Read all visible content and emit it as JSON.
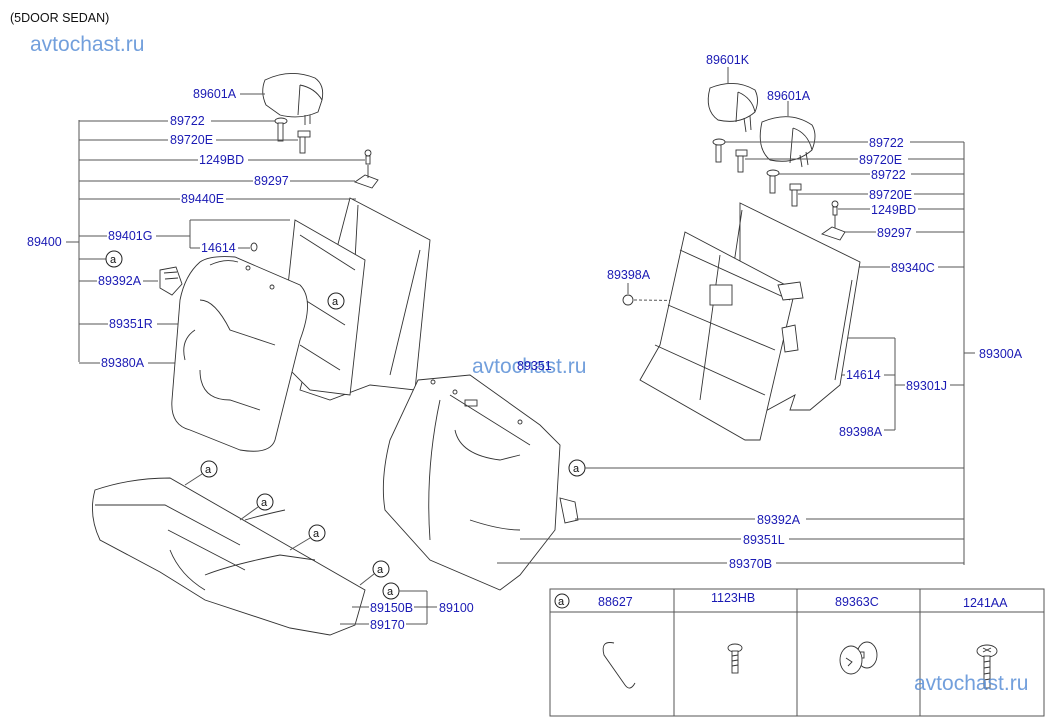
{
  "header": {
    "variant": "(5DOOR SEDAN)",
    "watermark": "avtochast.ru"
  },
  "left_seatback": {
    "group_label": "89400",
    "headrest": "89601A",
    "items": [
      {
        "label": "89722"
      },
      {
        "label": "89720E"
      },
      {
        "label": "1249BD"
      },
      {
        "label": "89297"
      },
      {
        "label": "89440E"
      },
      {
        "label": "89401G"
      },
      {
        "label": "14614"
      },
      {
        "label": "a"
      },
      {
        "label": "89392A"
      },
      {
        "label": "89351R"
      },
      {
        "label": "89380A"
      }
    ],
    "callout_a": "a"
  },
  "right_seatback": {
    "group_label": "89300A",
    "headrest_k": "89601K",
    "headrest_a": "89601A",
    "items": [
      {
        "label": "89722"
      },
      {
        "label": "89720E"
      },
      {
        "label": "89722"
      },
      {
        "label": "89720E"
      },
      {
        "label": "1249BD"
      },
      {
        "label": "89297"
      },
      {
        "label": "89340C"
      }
    ],
    "frame_group": "89301J",
    "frame_items": [
      {
        "label": "14614"
      },
      {
        "label": "89398A"
      }
    ],
    "nut_label": "89398A",
    "lower_items": [
      {
        "label": "a"
      },
      {
        "label": "89392A"
      },
      {
        "label": "89351L"
      },
      {
        "label": "89370B"
      }
    ],
    "overlay_label": "89351"
  },
  "cushion": {
    "group_label": "89100",
    "items": [
      {
        "label": "a"
      },
      {
        "label": "89150B"
      },
      {
        "label": "89170"
      }
    ],
    "callouts": [
      "a",
      "a",
      "a",
      "a"
    ]
  },
  "legend_table": {
    "key": "a",
    "columns": [
      {
        "part": "88627",
        "icon": "hog-ring-clip-icon"
      },
      {
        "part": "1123HB",
        "icon": "flange-bolt-icon"
      },
      {
        "part": "89363C",
        "icon": "push-pin-retainer-icon"
      },
      {
        "part": "1241AA",
        "icon": "tapping-screw-icon"
      }
    ]
  },
  "colors": {
    "label": "#1a1ab4",
    "leader_line": "#555555",
    "watermark": "#5a8fd6"
  }
}
